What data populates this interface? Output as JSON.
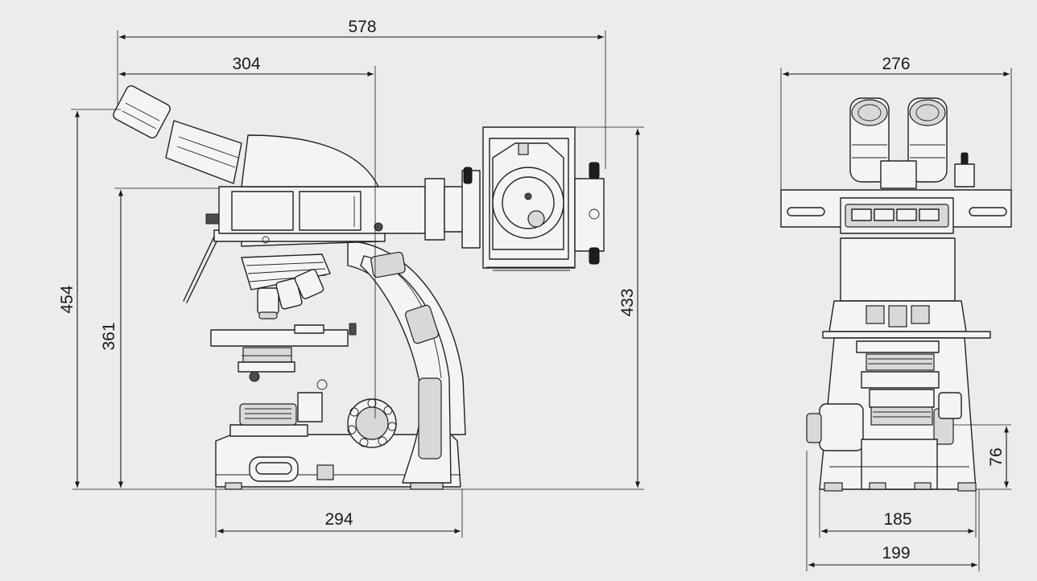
{
  "drawing": {
    "side_view": {
      "overall_length": "578",
      "head_length": "304",
      "overall_height": "454",
      "stage_height": "361",
      "lamp_height": "433",
      "base_length": "294"
    },
    "front_view": {
      "head_width": "276",
      "base_inner_width": "185",
      "base_outer_width": "199",
      "knob_height": "76"
    }
  }
}
